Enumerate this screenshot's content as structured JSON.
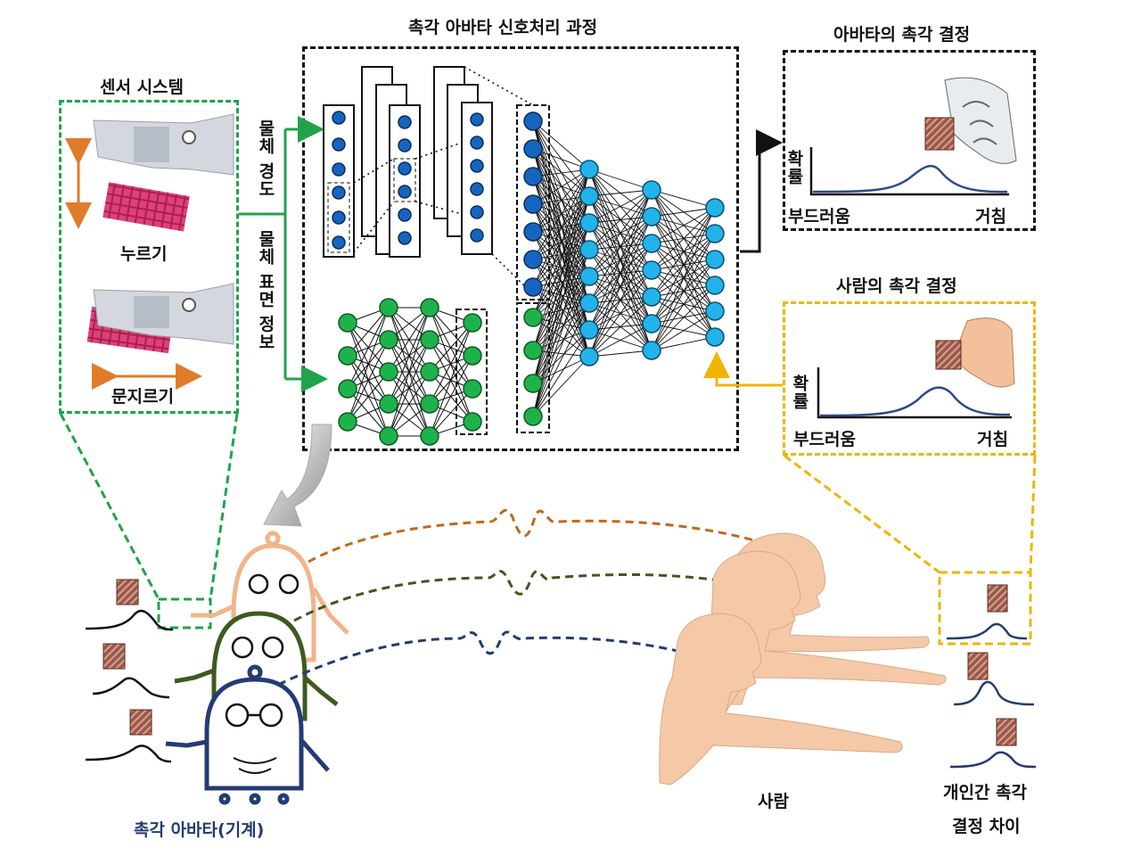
{
  "titles": {
    "network": "촉각 아바타 신호처리 과정",
    "sensor": "센서 시스템",
    "avatar_decision": "아바타의 촉각 결정",
    "human_decision": "사람의 촉각 결정"
  },
  "sensor": {
    "press_label": "누르기",
    "rub_label": "문지르기"
  },
  "paths": {
    "hardness": "물체 경도",
    "surface": "물체 표면 정보"
  },
  "plots": {
    "y_label": "확률",
    "x_left": "부드러움",
    "x_right": "거침"
  },
  "bottom": {
    "avatar_label": "촉각 아바타(기계)",
    "human_label": "사람",
    "difference_label_1": "개인간 촉각",
    "difference_label_2": "결정 차이"
  },
  "colors": {
    "green_border": "#21a34a",
    "black_border": "#111111",
    "yellow_border": "#f0b400",
    "orange": "#c06a1a",
    "darkgreen": "#3d5a1e",
    "navy": "#243b73",
    "skin": "#f5c9a8",
    "node_blue": "#1565c0",
    "node_cyan": "#21b3ea",
    "node_green": "#1db34a"
  }
}
